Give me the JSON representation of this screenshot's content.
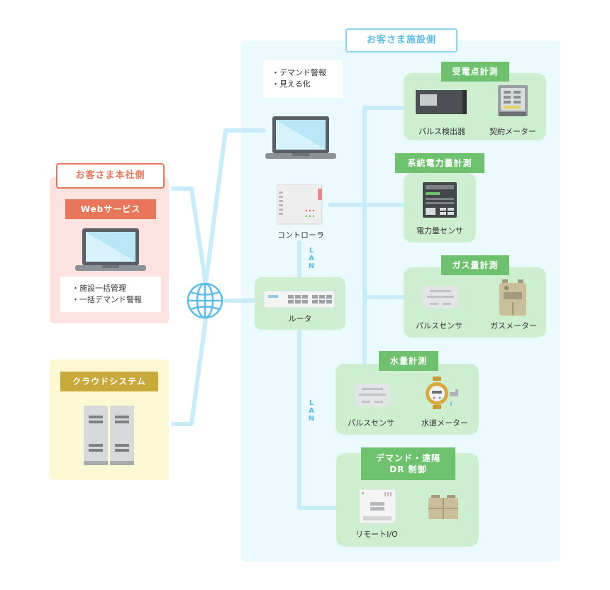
{
  "sections": {
    "facility_side": "お客さま施設側",
    "hq_side": "お客さま本社側"
  },
  "hq": {
    "web_service_label": "Webサービス",
    "notes": [
      "・施設一括管理",
      "・一括デマンド警報"
    ]
  },
  "cloud": {
    "label": "クラウドシステム"
  },
  "facility": {
    "pc_notes": [
      "・デマンド警報",
      "・見える化"
    ],
    "controller_label": "コントローラ",
    "router_label": "ルータ",
    "lan_label": "LAN"
  },
  "groups": {
    "power_receiving": {
      "title": "受電点計測",
      "devices": [
        "パルス検出器",
        "契約メーター"
      ]
    },
    "grid_power": {
      "title": "系統電力量計測",
      "devices": [
        "電力量センサ"
      ]
    },
    "gas": {
      "title": "ガス量計測",
      "devices": [
        "パルスセンサ",
        "ガスメーター"
      ]
    },
    "water": {
      "title": "水量計測",
      "devices": [
        "パルスセンサ",
        "水道メーター"
      ]
    },
    "demand": {
      "title_line1": "デマンド・遠隔",
      "title_line2": "DR 制御",
      "devices": [
        "リモートI/O"
      ]
    }
  },
  "colors": {
    "facility_bg": "#eafaff",
    "line": "#c9ecfa",
    "hq_bg": "#fde3e0",
    "hq_accent": "#e8765a",
    "cloud_bg": "#fdf8d4",
    "cloud_accent": "#c9a93a",
    "group_bg": "#cdeecf",
    "group_header": "#6ec26e",
    "section_label": "#5bbde8"
  }
}
